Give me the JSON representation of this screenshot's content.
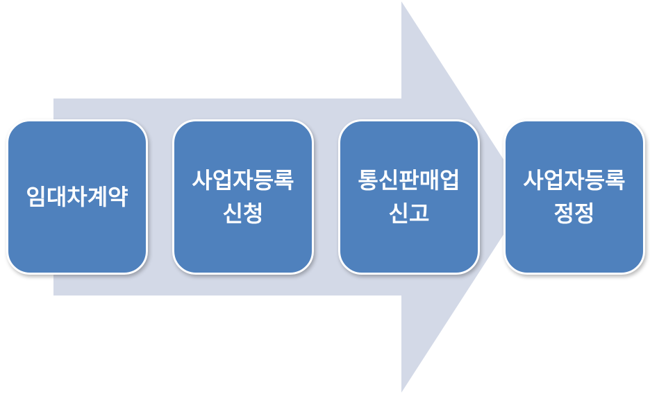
{
  "colors": {
    "background": "#ffffff",
    "arrow": "#d3d9e7",
    "box": "#4f81bd",
    "box_border": "#ffffff",
    "text": "#ffffff"
  },
  "steps": [
    {
      "label": "임대차계약"
    },
    {
      "label": "사업자등록\n신청"
    },
    {
      "label": "통신판매업\n신고"
    },
    {
      "label": "사업자등록\n정정"
    }
  ]
}
